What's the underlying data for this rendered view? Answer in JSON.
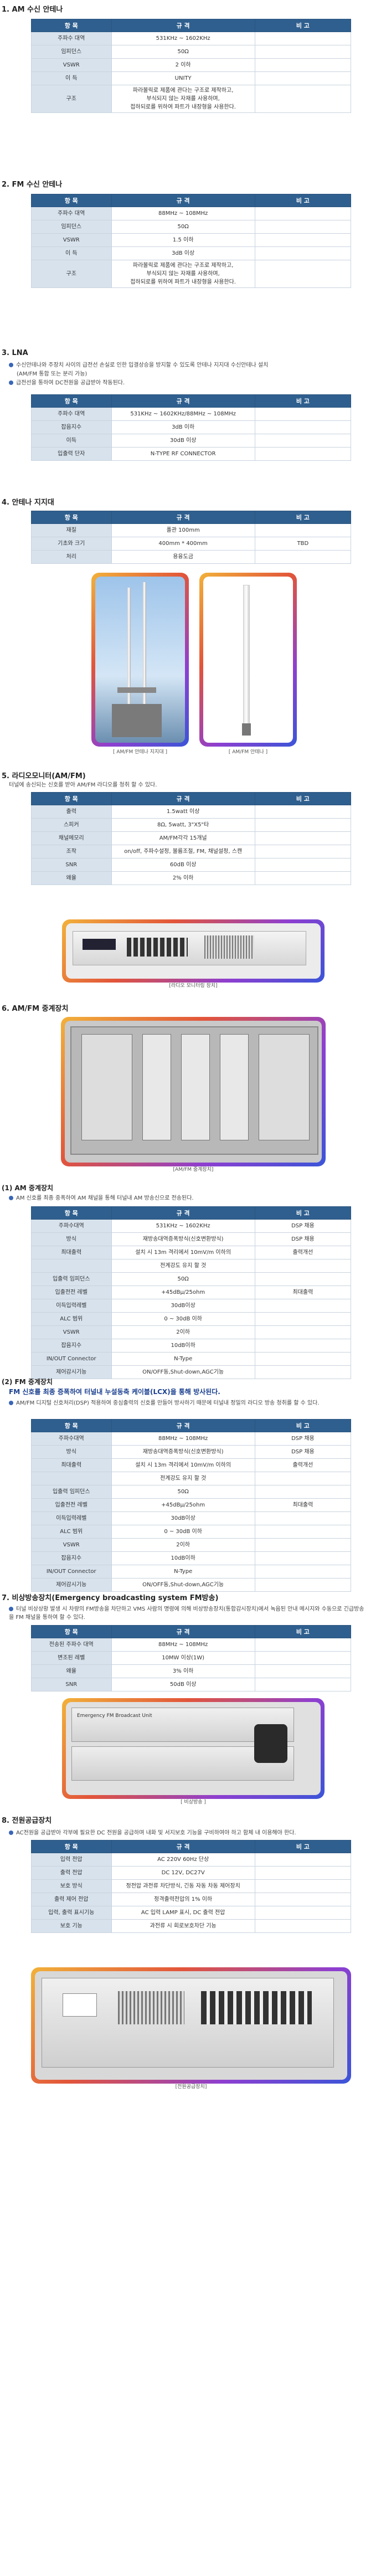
{
  "headers": {
    "col1": "항 목",
    "col2": "규 격",
    "col3": "비 고"
  },
  "s1": {
    "title": "1. AM 수신 안테나",
    "rows": [
      [
        "주파수 대역",
        "531KHz ~ 1602KHz",
        ""
      ],
      [
        "임피던스",
        "50Ω",
        ""
      ],
      [
        "VSWR",
        "2 이하",
        ""
      ],
      [
        "이 득",
        "UNITY",
        ""
      ],
      [
        "구조",
        "파라볼릭로 제품에 관다는 구조로 제작하고,\n부식되지 않는 자재를 사용하며,\n접하되로를 위하여 파트가 내장형을 사용한다.",
        ""
      ]
    ]
  },
  "s2": {
    "title": "2. FM 수신 안테나",
    "rows": [
      [
        "주파수 대역",
        "88MHz ~ 108MHz",
        ""
      ],
      [
        "임피던스",
        "50Ω",
        ""
      ],
      [
        "VSWR",
        "1.5 이하",
        ""
      ],
      [
        "이 득",
        "3dB 이상",
        ""
      ],
      [
        "구조",
        "파라볼릭로 제품에 관다는 구조로 제작하고,\n부식되지 않는 자재를 사용하며,\n접하되로를 위하여 파트가 내장형을 사용한다.",
        ""
      ]
    ]
  },
  "s3": {
    "title": "3. LNA",
    "notes": [
      "수신안테나와 주장치 사이의 급전선 손실로 인한 입결상승을 방지할 수 있도록 안테나 지지대 수신안테나 설치",
      "(AM/FM 통합 또는 분리 가능)",
      "급전선을 통하여 DC전원을 공급받아 작동된다."
    ],
    "rows": [
      [
        "주파수 대역",
        "531KHz ~ 1602KHz/88MHz ~ 108MHz",
        ""
      ],
      [
        "잡음지수",
        "3dB 이하",
        ""
      ],
      [
        "이득",
        "30dB 이상",
        ""
      ],
      [
        "입출력 단자",
        "N-TYPE RF CONNECTOR",
        ""
      ]
    ]
  },
  "s4": {
    "title": "4. 안테나 지지대",
    "rows": [
      [
        "재질",
        "폴관 100mm",
        ""
      ],
      [
        "기초와 크기",
        "400mm * 400mm",
        "TBD"
      ],
      [
        "처리",
        "용융도금",
        ""
      ]
    ],
    "caption_left": "[ AM/FM 안테나 지지대 ]",
    "caption_right": "[ AM/FM 안테나 ]"
  },
  "s5": {
    "title": "5. 라디오모니터(AM/FM)",
    "sub": "터널에 송신되는 신호를 받아 AM/FM 라디오를 청취 할 수 있다.",
    "rows": [
      [
        "출력",
        "1.5watt 이상",
        ""
      ],
      [
        "스피커",
        "8Ω, 5watt, 3\"X5\"타",
        ""
      ],
      [
        "채널메모리",
        "AM/FM각각 15개널",
        ""
      ],
      [
        "조작",
        "on/off, 주파수설정, 볼륨조절, FM, 채널설정, 스캔",
        ""
      ],
      [
        "SNR",
        "60dB 이상",
        ""
      ],
      [
        "왜율",
        "2% 이하",
        ""
      ]
    ],
    "caption": "[라디오 모니터링 장치]"
  },
  "s6": {
    "title": "6. AM/FM 중계장치",
    "caption": "[AM/FM 중계장치]"
  },
  "s6a": {
    "title": "(1) AM 중계장치",
    "note": "AM 신호를 최종 중폭하여 AM 채널을 통해 터널내 AM 방송신으로 전송된다.",
    "rows": [
      [
        "주파수대역",
        "531KHz ~ 1602KHz",
        "DSP 채용"
      ],
      [
        "방식",
        "재방송대역증폭방식(신호변환방식)",
        "DSP 채용"
      ],
      [
        "최대출력",
        "설치 시 13m 격리에서 10mV/m 이하의",
        "출력개선"
      ],
      [
        "",
        "전계강도 유지 할 것",
        ""
      ],
      [
        "입출력 임피던스",
        "50Ω",
        ""
      ],
      [
        "입출전전 레벨",
        "+45dBμ/25ohm",
        "최대출력"
      ],
      [
        "이득입력레벨",
        "30dB이상",
        ""
      ],
      [
        "ALC 범위",
        "0 ~ 30dB 이하",
        ""
      ],
      [
        "VSWR",
        "2이하",
        ""
      ],
      [
        "잡음지수",
        "10dB이하",
        ""
      ],
      [
        "IN/OUT  Connector",
        "N-Type",
        ""
      ],
      [
        "제어감시기능",
        "ON/OFF동,Shut-down,AGC기능",
        ""
      ]
    ]
  },
  "s6b": {
    "title": "(2) FM 중계장치",
    "blue": "FM 신호를 최종 증폭하여 터널내 누설동축 케이블(LCX)을 통해 방사된다.",
    "note": "AM/FM 디지털 신호처리(DSP) 적용하여 중심출력의 신호를 만들어 방사하기 때문에 터널내 정밀의 라디오 방송 청취를 할 수 있다.",
    "rows": [
      [
        "주파수대역",
        "88MHz ~ 108MHz",
        "DSP 채용"
      ],
      [
        "방식",
        "재방송대역증폭방식(신호변환방식)",
        "DSP 채용"
      ],
      [
        "최대출력",
        "설치 시 13m 격리에서 10mV/m 이하의",
        "출력개선"
      ],
      [
        "",
        "전계강도 유지 할 것",
        ""
      ],
      [
        "입출력 임피던스",
        "50Ω",
        ""
      ],
      [
        "입출전전 레벨",
        "+45dBμ/25ohm",
        "최대출력"
      ],
      [
        "이득입력레벨",
        "30dB이상",
        ""
      ],
      [
        "ALC 범위",
        "0 ~ 30dB 이하",
        ""
      ],
      [
        "VSWR",
        "2이하",
        ""
      ],
      [
        "잡음지수",
        "10dB이하",
        ""
      ],
      [
        "IN/OUT  Connector",
        "N-Type",
        ""
      ],
      [
        "제어감시기능",
        "ON/OFF동,Shut-down,AGC기능",
        ""
      ]
    ]
  },
  "s7": {
    "title": "7. 비상방송장치(Emergency broadcasting system FM방송)",
    "note": "터널 비상상황 발생 시 차량의 FM방송을 차단하고 VMS 사람의 명령에 의해 비상방송장치(통합감시장치)에서 녹음된 안내 메시지와 수동으로 긴급방송을 FM 채널을 통하여 할 수 있다.",
    "rows": [
      [
        "전송된 주파수 대역",
        "88MHz ~ 108MHz",
        ""
      ],
      [
        "변조된 레벨",
        "10MW 이상(1W)",
        ""
      ],
      [
        "왜율",
        "3% 이하",
        ""
      ],
      [
        "SNR",
        "50dB 이상",
        ""
      ]
    ],
    "caption": "[ 비상방송 ]",
    "panel_label": "Emergency FM Broadcast Unit"
  },
  "s8": {
    "title": "8. 전원공급장치",
    "note": "AC전원을 공급받아 각부에 필요한 DC 전원을 공급하며 내화 및 서지보호 기능을 구비하여야 하고 함체 내 이용해야 한다.",
    "rows": [
      [
        "입력 전압",
        "AC 220V 60Hz 단상",
        ""
      ],
      [
        "출력 전압",
        "DC 12V, DC27V",
        ""
      ],
      [
        "보호 방식",
        "정전압 과전류 차단방식, 긴동 자동 차동 제어장치",
        ""
      ],
      [
        "출력 제어 전압",
        "정격출력전압의 1% 이하",
        ""
      ],
      [
        "입력, 출력 표시기능",
        "AC 입력 LAMP 표시, DC 출력 전압",
        ""
      ],
      [
        "보호 기능",
        "과전류 시 회로보호차단 기능",
        ""
      ]
    ],
    "caption": "[전원공급장치]"
  },
  "colors": {
    "header_bg": "#2f5f8e",
    "first_col_bg": "#d7e2ed",
    "accent_blue": "#1a3f8f"
  }
}
